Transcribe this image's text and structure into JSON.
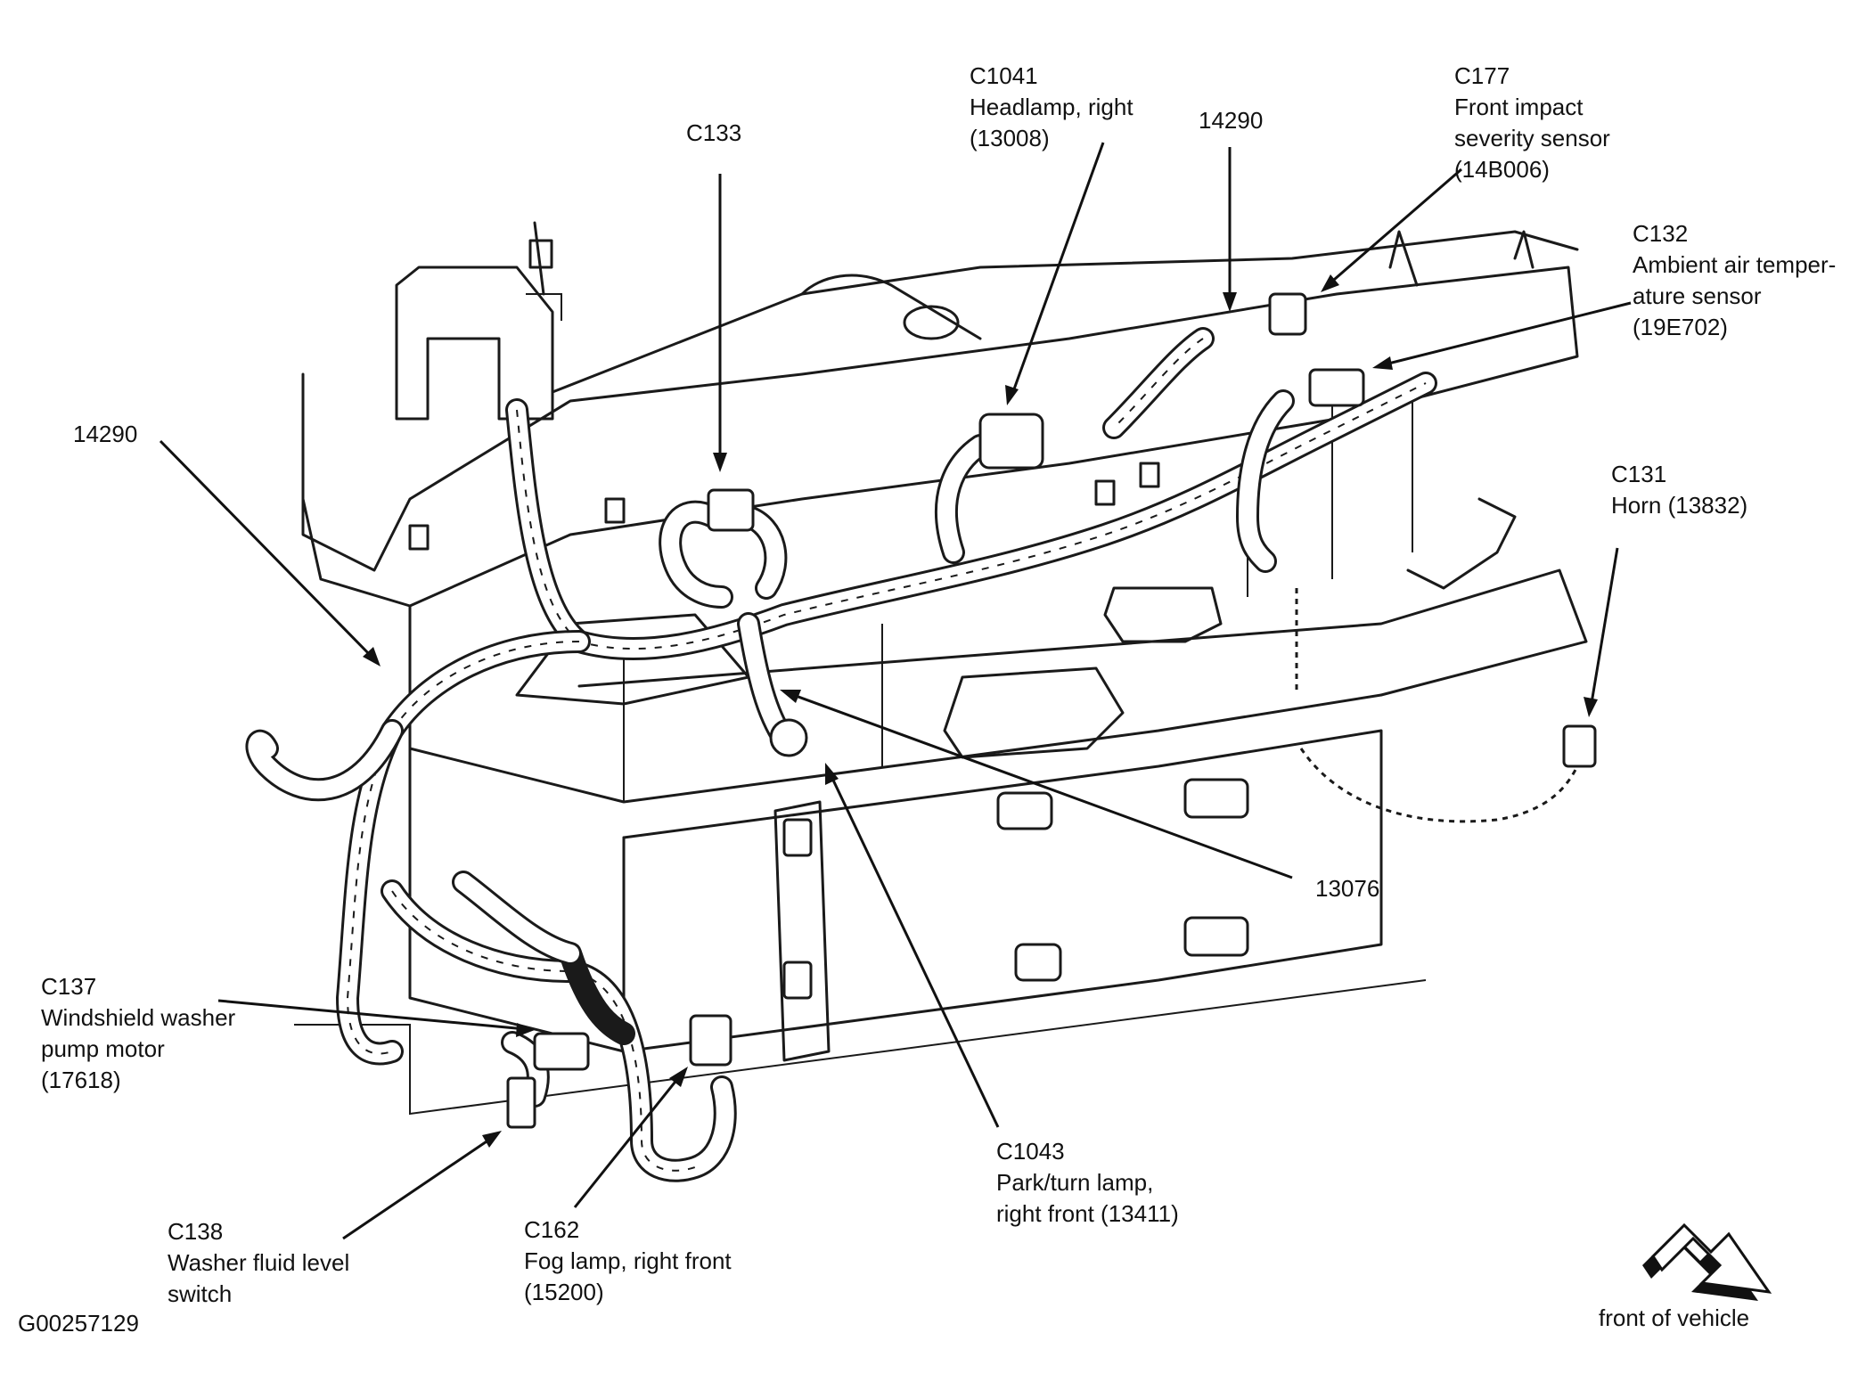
{
  "figure_id": "G00257129",
  "callouts": {
    "c133": {
      "lines": [
        "C133"
      ]
    },
    "c1041": {
      "lines": [
        "C1041",
        "Headlamp, right",
        "(13008)"
      ]
    },
    "w14290_top": {
      "lines": [
        "14290"
      ]
    },
    "c177": {
      "lines": [
        "C177",
        "Front impact",
        "severity sensor",
        "(14B006)"
      ]
    },
    "c132": {
      "lines": [
        "C132",
        "Ambient air temper-",
        "ature sensor",
        "(19E702)"
      ]
    },
    "w14290_left": {
      "lines": [
        "14290"
      ]
    },
    "c131": {
      "lines": [
        "C131",
        "Horn (13832)"
      ]
    },
    "p13076": {
      "lines": [
        "13076"
      ]
    },
    "c137": {
      "lines": [
        "C137",
        "Windshield washer",
        "pump motor",
        "(17618)"
      ]
    },
    "c1043": {
      "lines": [
        "C1043",
        "Park/turn lamp,",
        "right front (13411)"
      ]
    },
    "c138": {
      "lines": [
        "C138",
        "Washer fluid level",
        "switch"
      ]
    },
    "c162": {
      "lines": [
        "C162",
        "Fog lamp, right front",
        "(15200)"
      ]
    }
  },
  "orientation": {
    "label": "front of vehicle",
    "icon": "direction-arrow-icon"
  }
}
